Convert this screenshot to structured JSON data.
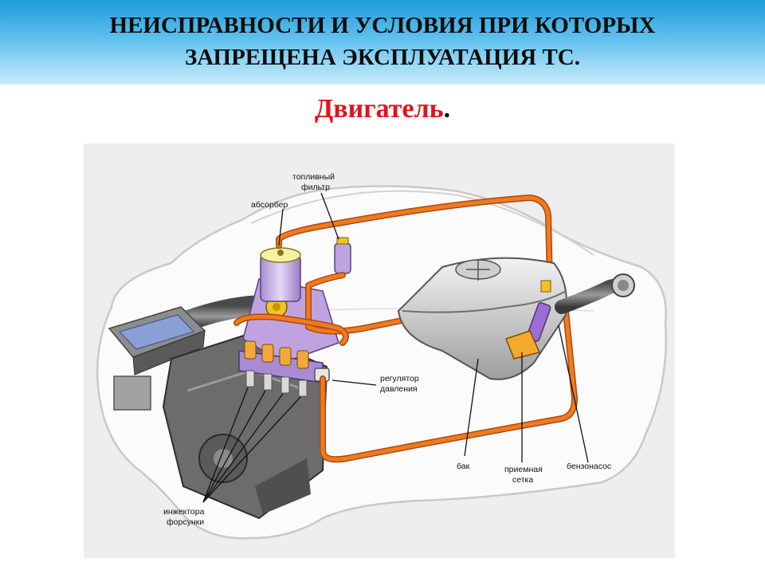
{
  "header": {
    "line1": "НЕИСПРАВНОСТИ И УСЛОВИЯ ПРИ КОТОРЫХ",
    "line2": "ЗАПРЕЩЕНА ЭКСПЛУАТАЦИЯ ТС."
  },
  "section": {
    "title": "Двигатель",
    "title_dot": "."
  },
  "diagram": {
    "labels": {
      "fuel_filter_1": "топливный",
      "fuel_filter_2": "фильтр",
      "absorber": "абсорбер",
      "regulator_1": "регулятор",
      "regulator_2": "давления",
      "tank": "бак",
      "intake_mesh_1": "приемная",
      "intake_mesh_2": "сетка",
      "fuel_pump": "бензонасос",
      "injectors_1": "инжектора",
      "injectors_2": "форсунки"
    }
  },
  "colors": {
    "header_top": "#1f9bd8",
    "header_bottom": "#c9ebfb",
    "section_title": "#e0141a",
    "fuel_line": "#f07a1e",
    "absorber": "#c7a6e6"
  }
}
